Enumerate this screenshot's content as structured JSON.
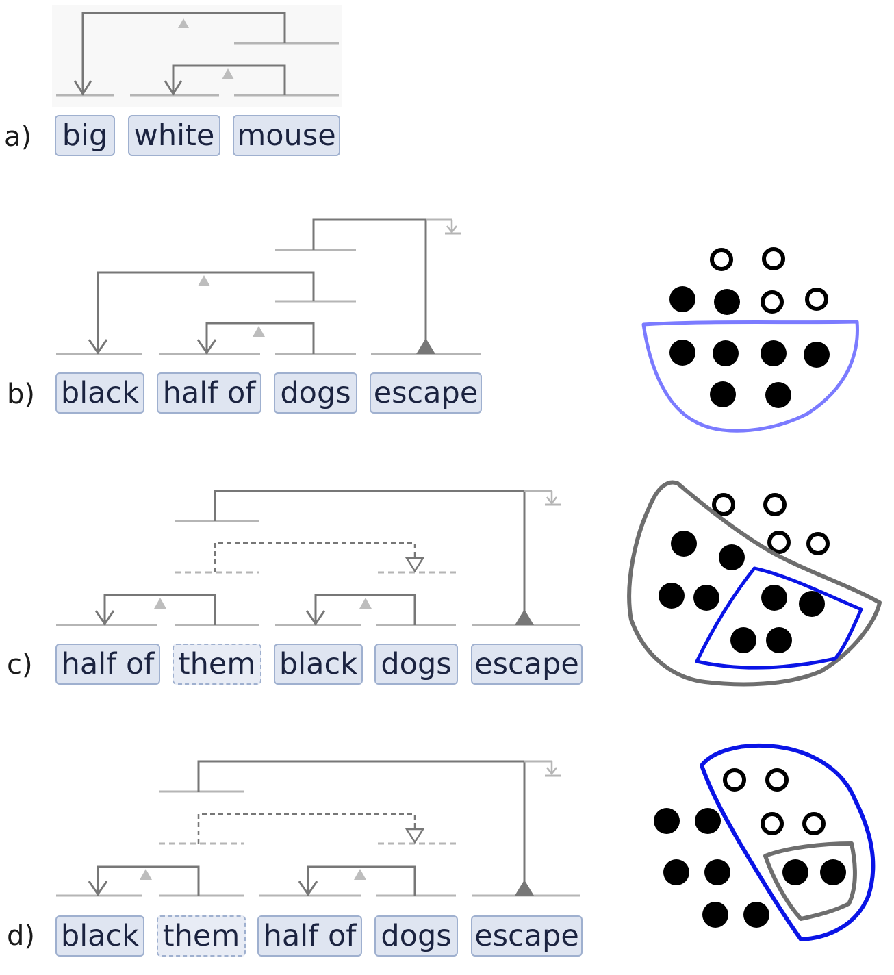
{
  "panels": [
    {
      "label": "a)",
      "words": [
        "big",
        "white",
        "mouse"
      ]
    },
    {
      "label": "b)",
      "words": [
        "black",
        "half of",
        "dogs",
        "escape"
      ]
    },
    {
      "label": "c)",
      "words": [
        "half of",
        "them",
        "black",
        "dogs",
        "escape"
      ]
    },
    {
      "label": "d)",
      "words": [
        "black",
        "them",
        "half of",
        "dogs",
        "escape"
      ]
    }
  ],
  "colors": {
    "tree_dark": "#777777",
    "tree_light": "#b5b5b5",
    "word_fill": "#dfe5f1",
    "word_border": "#9fb0cf",
    "outline_blue_light": "#7b7bff",
    "outline_blue": "#0a14e6",
    "outline_gray": "#6e6e6e",
    "panel_a_background": "#f8f8f8"
  },
  "icons": {
    "filled_dot": "black-dot-icon",
    "hollow_dot": "white-dot-icon"
  }
}
